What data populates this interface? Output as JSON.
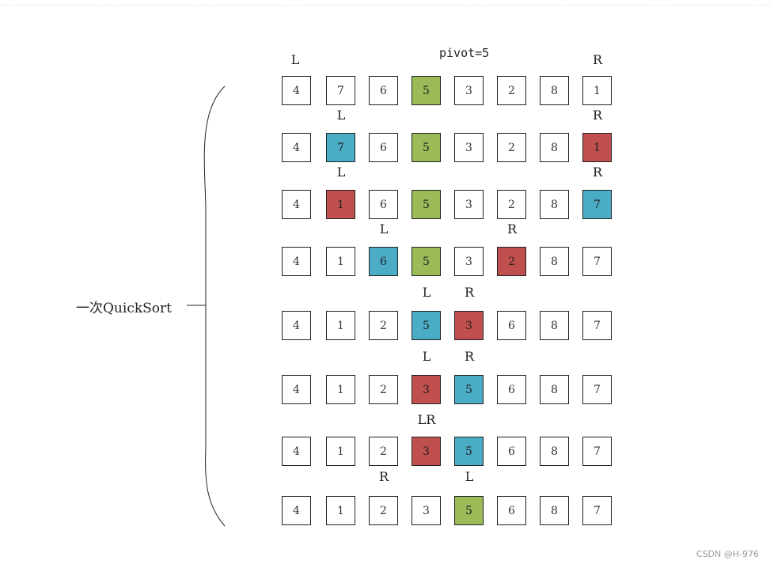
{
  "pivot_label": "pivot=5",
  "side_label": "一次QuickSort",
  "watermark": "CSDN @H-976",
  "colors": {
    "pivot": "#9bbb59",
    "left": "#4bacc6",
    "right": "#c0504d"
  },
  "rows": [
    {
      "values": [
        "4",
        "7",
        "6",
        "5",
        "3",
        "2",
        "8",
        "1"
      ],
      "colors": [
        "",
        "",
        "",
        "green",
        "",
        "",
        "",
        ""
      ],
      "pointers": [
        {
          "label": "L",
          "index": 0
        },
        {
          "label": "R",
          "index": 7
        }
      ]
    },
    {
      "values": [
        "4",
        "7",
        "6",
        "5",
        "3",
        "2",
        "8",
        "1"
      ],
      "colors": [
        "",
        "blue",
        "",
        "green",
        "",
        "",
        "",
        "red"
      ],
      "pointers": [
        {
          "label": "L",
          "index": 1
        },
        {
          "label": "R",
          "index": 7
        }
      ]
    },
    {
      "values": [
        "4",
        "1",
        "6",
        "5",
        "3",
        "2",
        "8",
        "7"
      ],
      "colors": [
        "",
        "red",
        "",
        "green",
        "",
        "",
        "",
        "blue"
      ],
      "pointers": [
        {
          "label": "L",
          "index": 1
        },
        {
          "label": "R",
          "index": 7
        }
      ]
    },
    {
      "values": [
        "4",
        "1",
        "6",
        "5",
        "3",
        "2",
        "8",
        "7"
      ],
      "colors": [
        "",
        "",
        "blue",
        "green",
        "",
        "red",
        "",
        ""
      ],
      "pointers": [
        {
          "label": "L",
          "index": 2
        },
        {
          "label": "R",
          "index": 5
        }
      ]
    },
    {
      "values": [
        "4",
        "1",
        "2",
        "5",
        "3",
        "6",
        "8",
        "7"
      ],
      "colors": [
        "",
        "",
        "",
        "blue",
        "red",
        "",
        "",
        ""
      ],
      "pointers": [
        {
          "label": "L",
          "index": 3
        },
        {
          "label": "R",
          "index": 4
        }
      ]
    },
    {
      "values": [
        "4",
        "1",
        "2",
        "3",
        "5",
        "6",
        "8",
        "7"
      ],
      "colors": [
        "",
        "",
        "",
        "red",
        "blue",
        "",
        "",
        ""
      ],
      "pointers": [
        {
          "label": "L",
          "index": 3
        },
        {
          "label": "R",
          "index": 4
        }
      ]
    },
    {
      "values": [
        "4",
        "1",
        "2",
        "3",
        "5",
        "6",
        "8",
        "7"
      ],
      "colors": [
        "",
        "",
        "",
        "red",
        "blue",
        "",
        "",
        ""
      ],
      "pointers": [
        {
          "label": "LR",
          "index": 3
        }
      ]
    },
    {
      "values": [
        "4",
        "1",
        "2",
        "3",
        "5",
        "6",
        "8",
        "7"
      ],
      "colors": [
        "",
        "",
        "",
        "",
        "green",
        "",
        "",
        ""
      ],
      "pointers": [
        {
          "label": "R",
          "index": 2
        },
        {
          "label": "L",
          "index": 4
        }
      ]
    }
  ]
}
